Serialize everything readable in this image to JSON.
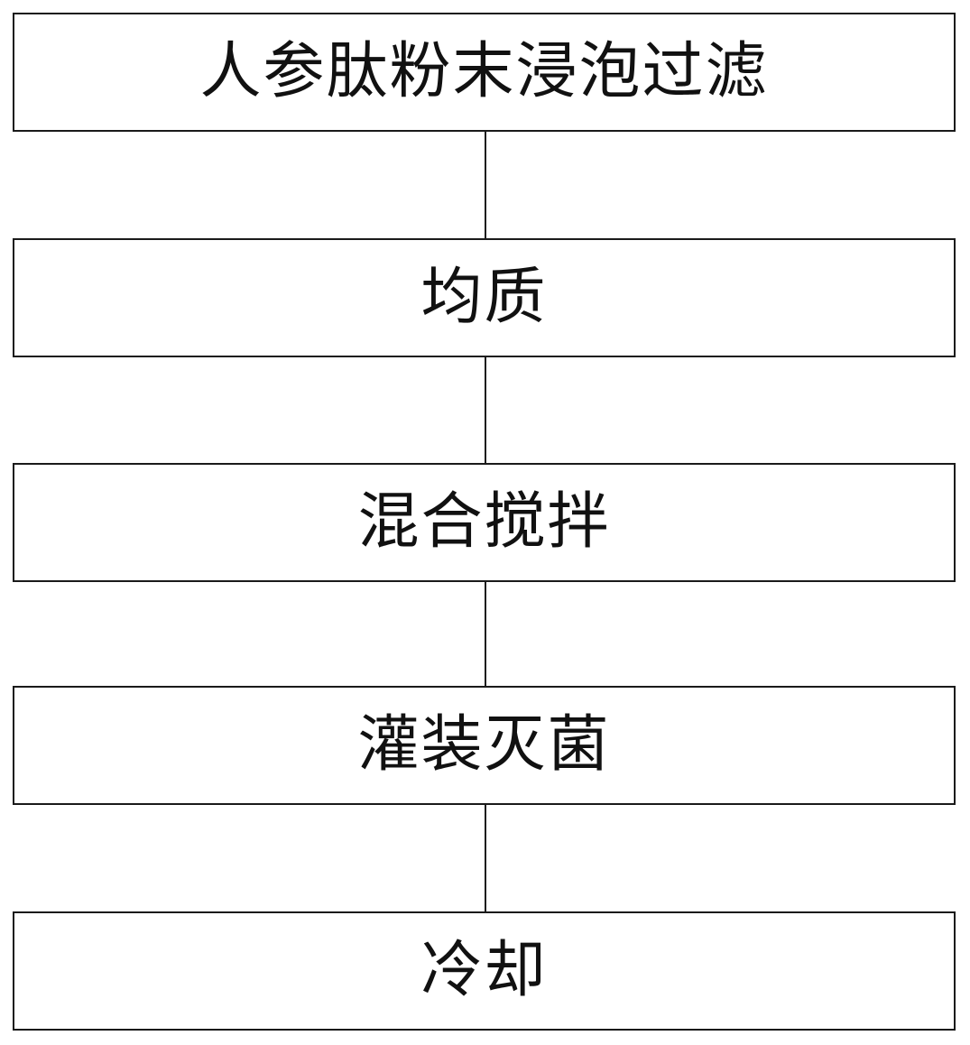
{
  "flowchart": {
    "steps": [
      {
        "label": "人参肽粉末浸泡过滤"
      },
      {
        "label": "均质"
      },
      {
        "label": "混合搅拌"
      },
      {
        "label": "灌装灭菌"
      },
      {
        "label": "冷却"
      }
    ]
  }
}
